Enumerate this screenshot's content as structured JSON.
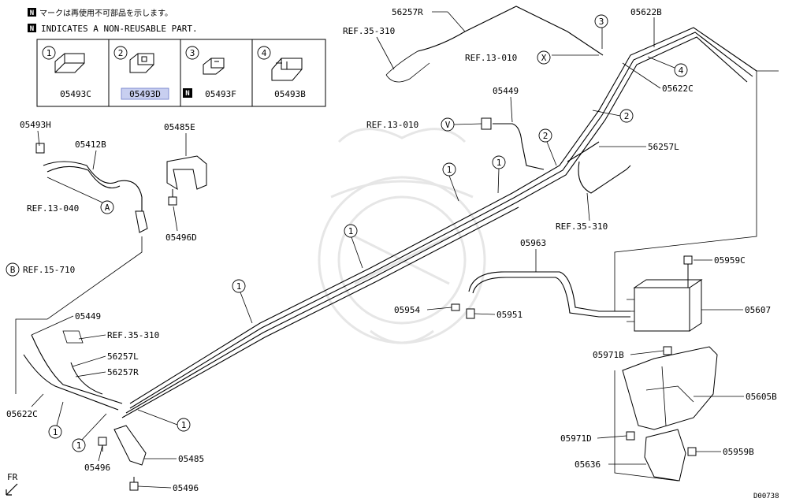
{
  "notes": {
    "jp": "マークは再使用不可部品を示します。",
    "en": "INDICATES A NON-REUSABLE PART.",
    "n_mark": "N"
  },
  "legend": [
    {
      "num": "1",
      "part": "05493C"
    },
    {
      "num": "2",
      "part": "05493D"
    },
    {
      "num": "3",
      "part": "05493F"
    },
    {
      "num": "4",
      "part": "05493B"
    }
  ],
  "callout_one": "1",
  "callout_two": "2",
  "callout_three": "3",
  "callout_four": "4",
  "labels": {
    "p56257R_top": "56257R",
    "p05622B": "05622B",
    "ref35_310_top": "REF.35-310",
    "ref13_010_x": "REF.13-010",
    "letter_x": "X",
    "p05622C_top": "05622C",
    "p05449_top": "05449",
    "ref13_010_v": "REF.13-010",
    "letter_v": "V",
    "p56257L_right": "56257L",
    "ref35_310_right": "REF.35-310",
    "p05493H": "05493H",
    "p05412B": "05412B",
    "p05485E": "05485E",
    "ref13_040": "REF.13-040",
    "letter_a": "A",
    "p05496D": "05496D",
    "letter_b": "B",
    "ref15_710": "REF.15-710",
    "p05963": "05963",
    "p05959C": "05959C",
    "p05954": "05954",
    "p05951": "05951",
    "p05607": "05607",
    "p05449_left": "05449",
    "ref35_310_left": "REF.35-310",
    "p56257L_left": "56257L",
    "p56257R_left": "56257R",
    "p05622C_left": "05622C",
    "p05971B": "05971B",
    "p05605B": "05605B",
    "p05485": "05485",
    "p05496_a": "05496",
    "p05496_b": "05496",
    "p05971D": "05971D",
    "p05959B": "05959B",
    "p05636": "05636",
    "fr": "FR",
    "diagram_id": "D00738"
  },
  "highlight_color": "#c8cff0"
}
